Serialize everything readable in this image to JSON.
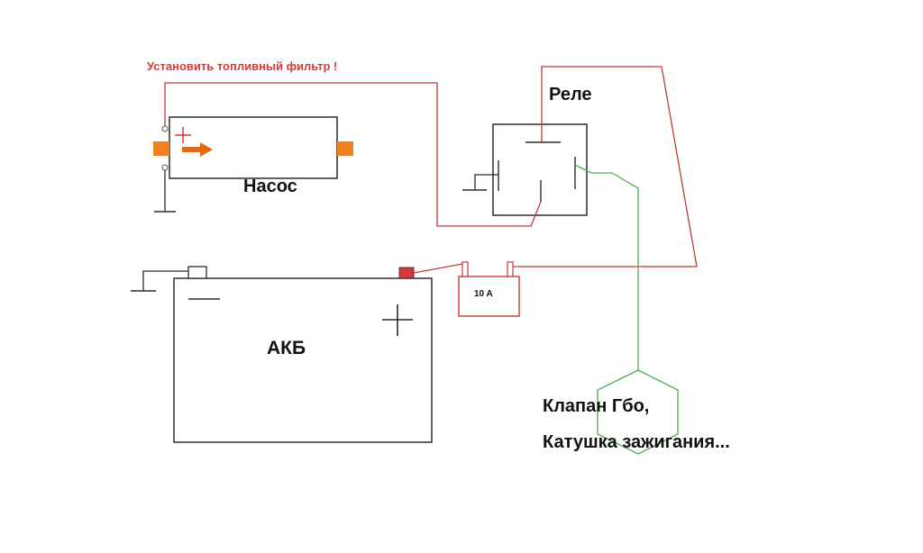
{
  "diagram": {
    "warning_text": "Установить топливный фильтр !",
    "pump_label": "Насос",
    "relay_label": "Реле",
    "battery_label": "АКБ",
    "fuse_label": "10 A",
    "consumer_line1": "Клапан Гбо,",
    "consumer_line2": "Катушка зажигания..."
  },
  "colors": {
    "red_wire": "#c0393b",
    "green_wire": "#4caf50",
    "outline": "#2b2b2b",
    "pump_port": "#f08020",
    "arrow": "#e06a12",
    "terminal_fill": "#d9363e"
  }
}
